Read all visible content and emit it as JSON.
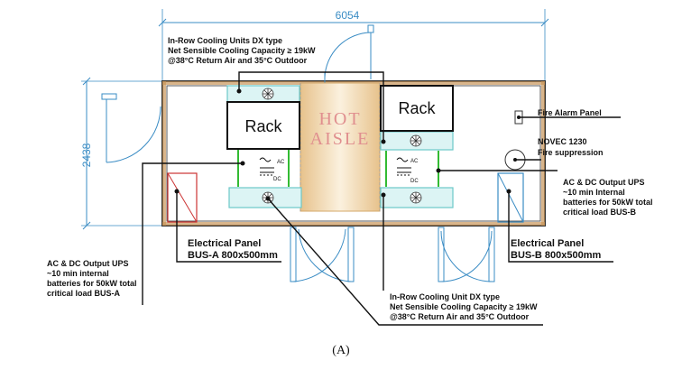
{
  "dimensions": {
    "width_label": "6054",
    "height_label": "2438"
  },
  "racks": {
    "left": "Rack",
    "right": "Rack"
  },
  "hot_aisle": {
    "line1": "HOT",
    "line2": "AISLE"
  },
  "ups_symbol": {
    "ac": "AC",
    "dc": "DC"
  },
  "labels": {
    "cooling_top": [
      "In-Row Cooling Units DX type",
      "Net Sensible Cooling Capacity ≥ 19kW",
      "@38°C Return Air and 35°C Outdoor"
    ],
    "cooling_bottom": [
      "In-Row Cooling Unit  DX type",
      "Net Sensible Cooling Capacity ≥ 19kW",
      "@38°C Return Air and 35°C Outdoor"
    ],
    "fire_alarm": "Fire Alarm Panel",
    "novec": [
      "NOVEC 1230",
      "Fire suppression"
    ],
    "ups_right": [
      "AC & DC Output UPS",
      "~10 min Internal",
      "batteries for 50kW total",
      "critical load BUS-B"
    ],
    "ups_left": [
      "AC & DC Output UPS",
      "~10 min internal",
      "batteries for 50kW total",
      "critical load BUS-A"
    ],
    "panel_a": [
      "Electrical Panel",
      "BUS-A 800x500mm"
    ],
    "panel_b": [
      "Electrical Panel",
      "BUS-B 800x500mm"
    ]
  },
  "caption": "(A)",
  "colors": {
    "outline": "#333333",
    "cooling_fill": "#dcf4f4",
    "cooling_stroke": "#6cc9c9",
    "hot_aisle": "#f3deb6",
    "dimension": "#3a8cc4",
    "power_line": "#33bb33",
    "panel_outline": "#cc3333"
  }
}
